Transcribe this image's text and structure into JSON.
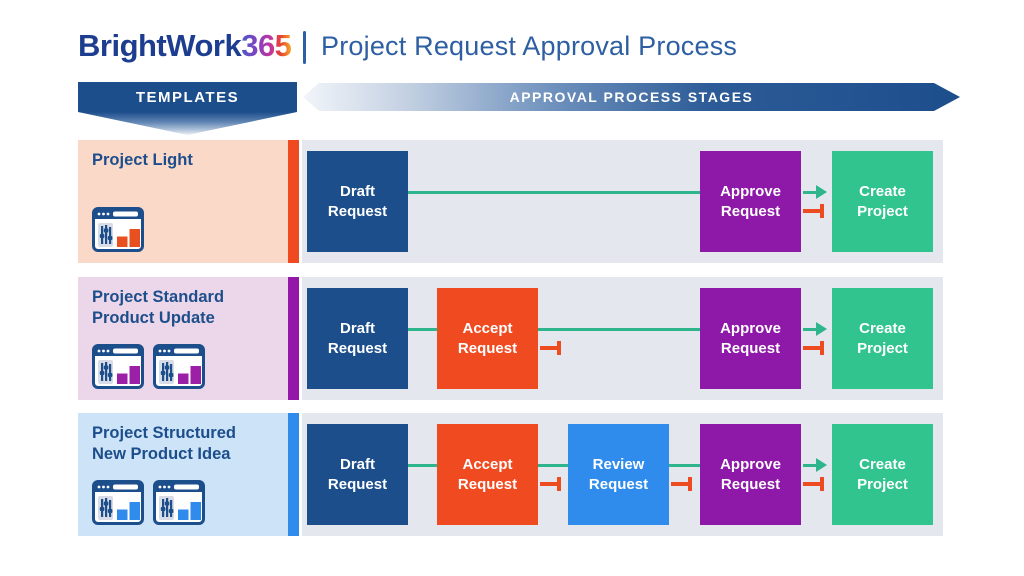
{
  "header": {
    "logo": {
      "brand": "BrightWork",
      "suffix": "365"
    },
    "divider": "|",
    "title": "Project Request Approval Process"
  },
  "banners": {
    "templates_label": "TEMPLATES",
    "stages_label": "APPROVAL PROCESS STAGES"
  },
  "rows": [
    {
      "template": {
        "title": "Project Light",
        "icon_count": 1
      },
      "stages": {
        "draft": "Draft\nRequest",
        "approve": "Approve\nRequest",
        "create": "Create\nProject"
      }
    },
    {
      "template": {
        "title": "Project Standard\nProduct Update",
        "icon_count": 2
      },
      "stages": {
        "draft": "Draft\nRequest",
        "accept": "Accept\nRequest",
        "approve": "Approve\nRequest",
        "create": "Create\nProject"
      }
    },
    {
      "template": {
        "title": "Project Structured\nNew Product Idea",
        "icon_count": 2
      },
      "stages": {
        "draft": "Draft\nRequest",
        "accept": "Accept\nRequest",
        "review": "Review\nRequest",
        "approve": "Approve\nRequest",
        "create": "Create\nProject"
      }
    }
  ],
  "colors": {
    "navy": "#1d4e8c",
    "orange": "#f04a20",
    "purple": "#8e18a8",
    "bright_blue": "#2f8ced",
    "green": "#32c48e",
    "green_connector": "#2eb58b",
    "reject_connector": "#ec4c20",
    "row1_bg": "#fbd9c8",
    "row2_bg": "#ecd6e9",
    "row3_bg": "#cce3f8",
    "process_bg": "#e4e8ee",
    "header_text": "#2e5fa3"
  }
}
